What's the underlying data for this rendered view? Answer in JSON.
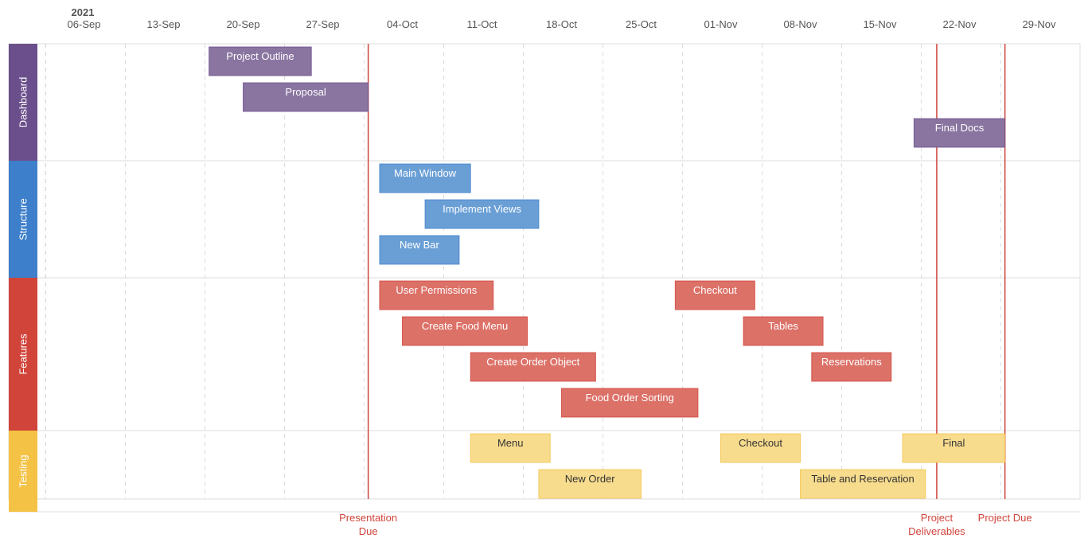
{
  "chart_data": {
    "type": "gantt",
    "year_label": "2021",
    "x_ticks": [
      "06-Sep",
      "13-Sep",
      "20-Sep",
      "27-Sep",
      "04-Oct",
      "11-Oct",
      "18-Oct",
      "25-Oct",
      "01-Nov",
      "08-Nov",
      "15-Nov",
      "22-Nov",
      "29-Nov"
    ],
    "x_range": [
      "2021-09-05",
      "2021-12-02"
    ],
    "grid": true,
    "lanes": [
      {
        "name": "Dashboard",
        "color": "#6b4f8c",
        "bar_color": "#8a74a0",
        "text_color": "#ffffff",
        "rows": 3,
        "tasks": [
          {
            "label": "Project Outline",
            "start": "2021-09-17",
            "end": "2021-09-26",
            "row": 0
          },
          {
            "label": "Proposal",
            "start": "2021-09-20",
            "end": "2021-10-01",
            "row": 1
          },
          {
            "label": "Final Docs",
            "start": "2021-11-18",
            "end": "2021-11-26",
            "row": 2
          }
        ]
      },
      {
        "name": "Structure",
        "color": "#3d7fcb",
        "bar_color": "#6a9fd6",
        "text_color": "#ffffff",
        "rows": 3,
        "tasks": [
          {
            "label": "Main Window",
            "start": "2021-10-02",
            "end": "2021-10-10",
            "row": 0
          },
          {
            "label": "Implement Views",
            "start": "2021-10-06",
            "end": "2021-10-16",
            "row": 1
          },
          {
            "label": "New Bar",
            "start": "2021-10-02",
            "end": "2021-10-09",
            "row": 2
          }
        ]
      },
      {
        "name": "Features",
        "color": "#d0443a",
        "bar_color": "#dc7168",
        "text_color": "#ffffff",
        "rows": 4,
        "tasks": [
          {
            "label": "User Permissions",
            "start": "2021-10-02",
            "end": "2021-10-12",
            "row": 0
          },
          {
            "label": "Create Food Menu",
            "start": "2021-10-04",
            "end": "2021-10-15",
            "row": 1
          },
          {
            "label": "Create Order Object",
            "start": "2021-10-10",
            "end": "2021-10-21",
            "row": 2
          },
          {
            "label": "Food Order Sorting",
            "start": "2021-10-18",
            "end": "2021-10-30",
            "row": 3
          },
          {
            "label": "Checkout",
            "start": "2021-10-28",
            "end": "2021-11-04",
            "row": 0
          },
          {
            "label": "Tables",
            "start": "2021-11-03",
            "end": "2021-11-10",
            "row": 1
          },
          {
            "label": "Reservations",
            "start": "2021-11-09",
            "end": "2021-11-16",
            "row": 2
          }
        ]
      },
      {
        "name": "Testing",
        "color": "#f4c245",
        "bar_color": "#f8dc8e",
        "text_color": "#333333",
        "rows": 2,
        "tasks": [
          {
            "label": "Menu",
            "start": "2021-10-10",
            "end": "2021-10-17",
            "row": 0
          },
          {
            "label": "New Order",
            "start": "2021-10-16",
            "end": "2021-10-25",
            "row": 1
          },
          {
            "label": "Checkout",
            "start": "2021-11-01",
            "end": "2021-11-08",
            "row": 0
          },
          {
            "label": "Table and Reservation",
            "start": "2021-11-08",
            "end": "2021-11-19",
            "row": 1
          },
          {
            "label": "Final",
            "start": "2021-11-17",
            "end": "2021-11-26",
            "row": 0
          }
        ]
      }
    ],
    "markers": [
      {
        "label_lines": [
          "Presentation",
          "Due"
        ],
        "date": "2021-10-01",
        "color": "#d0443a"
      },
      {
        "label_lines": [
          "Project",
          "Deliverables"
        ],
        "date": "2021-11-20",
        "color": "#d0443a"
      },
      {
        "label_lines": [
          "Project Due"
        ],
        "date": "2021-11-26",
        "color": "#d0443a"
      }
    ]
  }
}
